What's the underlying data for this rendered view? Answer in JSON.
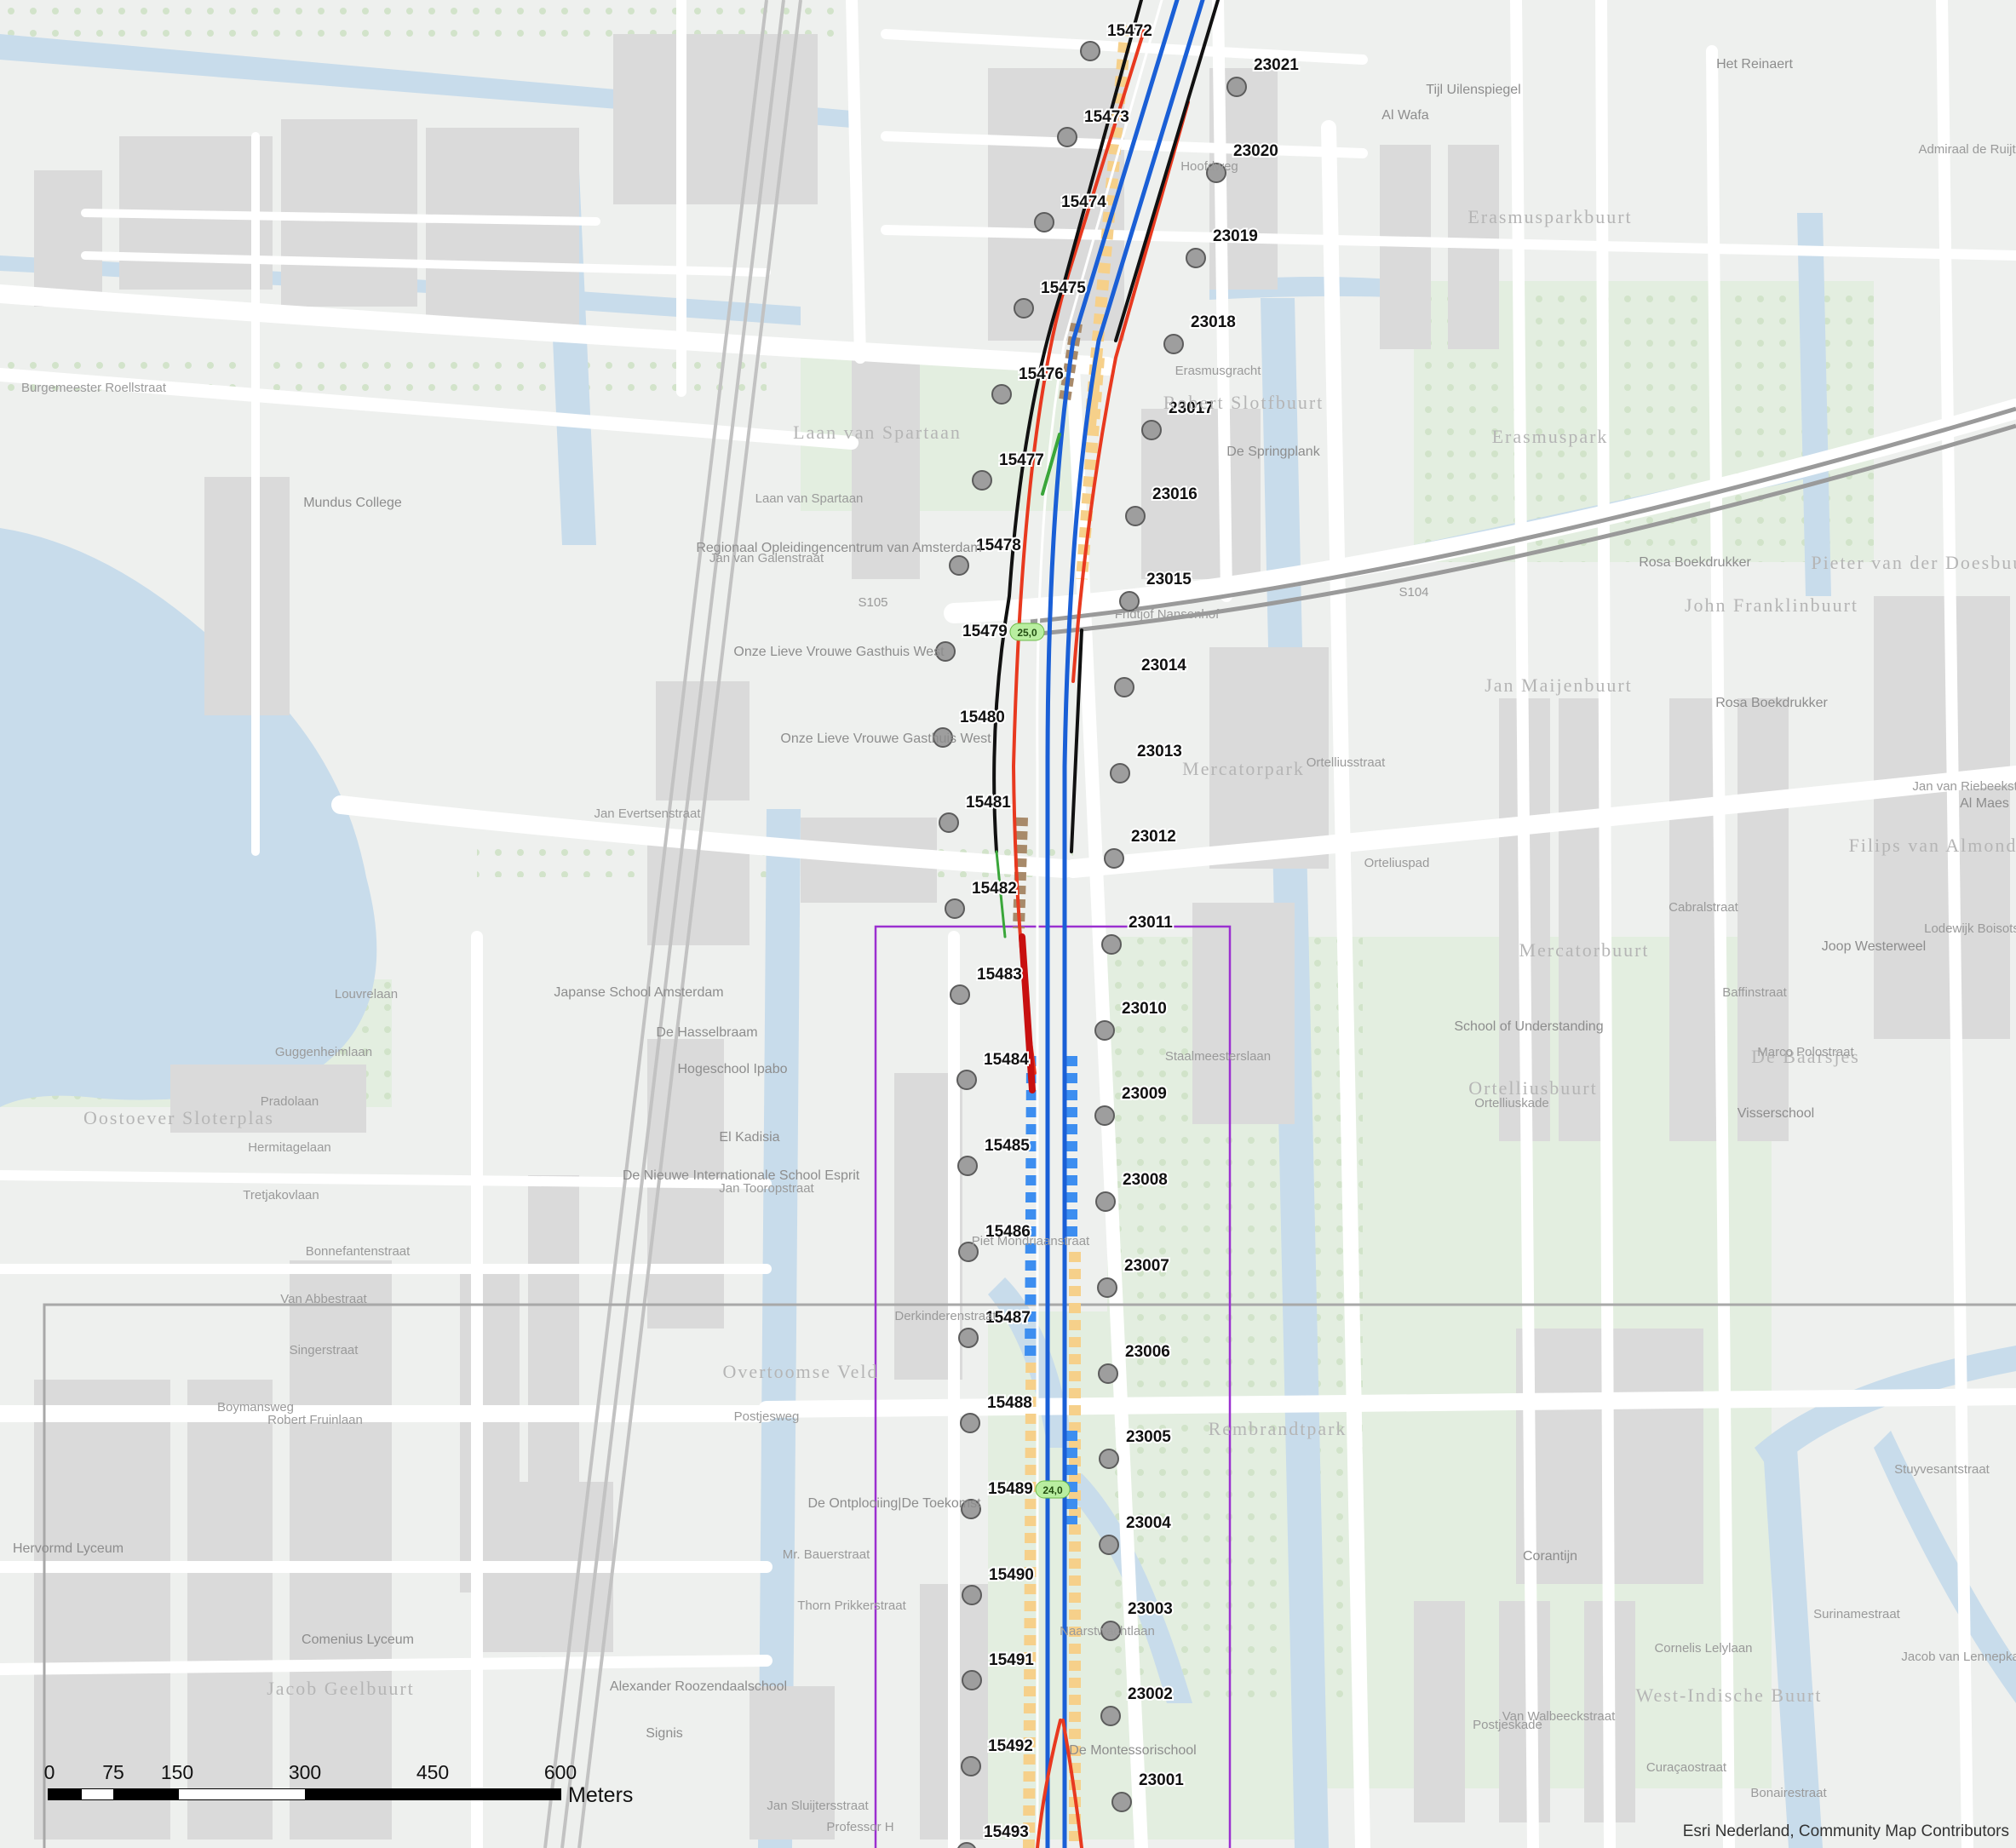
{
  "map": {
    "attribution": "Esri Nederland, Community Map Contributors",
    "colors": {
      "background": "#eef0ee",
      "water": "#c8dceb",
      "green": "#e4efe0",
      "building": "#dcdcdc",
      "road": "#ffffff",
      "rail": "#bdbdbd",
      "blue_line": "#1a5fd6",
      "red_line": "#e8391f",
      "black_line": "#111111",
      "green_line": "#3aa63a",
      "dashed_yellow": "#f6d08a",
      "dashed_blue": "#3d8ef0",
      "purple_frame": "#9b30d0",
      "point": "#9e9e9e"
    },
    "scale_bar": {
      "labels": [
        "0",
        "75",
        "150",
        "300",
        "450",
        "600"
      ],
      "unit": "Meters"
    },
    "points_west": [
      {
        "id": "15472",
        "value_badge": ""
      },
      {
        "id": "15473",
        "value_badge": ""
      },
      {
        "id": "15474",
        "value_badge": ""
      },
      {
        "id": "15475",
        "value_badge": ""
      },
      {
        "id": "15476",
        "value_badge": ""
      },
      {
        "id": "15477",
        "value_badge": ""
      },
      {
        "id": "15478",
        "value_badge": ""
      },
      {
        "id": "15479",
        "value_badge": "25,0"
      },
      {
        "id": "15480",
        "value_badge": ""
      },
      {
        "id": "15481",
        "value_badge": ""
      },
      {
        "id": "15482",
        "value_badge": ""
      },
      {
        "id": "15483",
        "value_badge": ""
      },
      {
        "id": "15484",
        "value_badge": ""
      },
      {
        "id": "15485",
        "value_badge": ""
      },
      {
        "id": "15486",
        "value_badge": ""
      },
      {
        "id": "15487",
        "value_badge": ""
      },
      {
        "id": "15488",
        "value_badge": ""
      },
      {
        "id": "15489",
        "value_badge": "24,0"
      },
      {
        "id": "15490",
        "value_badge": ""
      },
      {
        "id": "15491",
        "value_badge": ""
      },
      {
        "id": "15492",
        "value_badge": ""
      },
      {
        "id": "15493",
        "value_badge": ""
      }
    ],
    "points_east": [
      {
        "id": "23021"
      },
      {
        "id": "23020"
      },
      {
        "id": "23019"
      },
      {
        "id": "23018"
      },
      {
        "id": "23017"
      },
      {
        "id": "23016"
      },
      {
        "id": "23015"
      },
      {
        "id": "23014"
      },
      {
        "id": "23013"
      },
      {
        "id": "23012"
      },
      {
        "id": "23011"
      },
      {
        "id": "23010"
      },
      {
        "id": "23009"
      },
      {
        "id": "23008"
      },
      {
        "id": "23007"
      },
      {
        "id": "23006"
      },
      {
        "id": "23005"
      },
      {
        "id": "23004"
      },
      {
        "id": "23003"
      },
      {
        "id": "23002"
      },
      {
        "id": "23001"
      }
    ],
    "place_labels": [
      "Laan van Spartaan",
      "Robert Slotfbuurt",
      "Erasmuspark",
      "Erasmusparkbuurt",
      "Jan Maijenbuurt",
      "Mercatorpark",
      "Mercatorbuurt",
      "Ortelliusbuurt",
      "De Baarsjes",
      "Overtoomse Veld",
      "Rembrandtpark",
      "Jacob Geelbuurt",
      "West-Indische Buurt",
      "Oostoever Sloterplas",
      "Pieter van der Doesbuurt",
      "John Franklinbuurt",
      "Filips van Almondekwartier"
    ],
    "poi_labels": [
      "Mundus College",
      "Regionaal Opleidingencentrum van Amsterdam",
      "Onze Lieve Vrouwe Gasthuis West",
      "Onze Lieve Vrouwe Gasthuis West",
      "Japanse School Amsterdam",
      "De Hasselbraam",
      "Hogeschool Ipabo",
      "El Kadisia",
      "De Nieuwe Internationale School Esprit",
      "De Ontplooiing|De Toekomst",
      "Alexander Roozendaalschool",
      "Comenius Lyceum",
      "Hervormd Lyceum",
      "School of Understanding",
      "Visserschool",
      "Rosa Boekdrukker",
      "Rosa Boekdrukker",
      "Corantijn",
      "De Springplank",
      "De Montessorischool",
      "Signis",
      "Joop Westerweel",
      "Het Reinaert",
      "Tijl Uilenspiegel",
      "Al Wafa",
      "Al Maes"
    ],
    "road_labels": [
      "Burgemeester Roellstraat",
      "Jan Evertsenstraat",
      "Postjesweg",
      "Erasmusgracht",
      "Laan van Spartaan",
      "Jan van Galenstraat",
      "Fridtjof Nansenhof",
      "Ortelliusstraat",
      "Hoofdweg",
      "Robert Fruinlaan",
      "Piet Mondriaanstraat",
      "Thorn Prikkerstraat",
      "Jan Tooropstraat",
      "Derkinderenstraat",
      "Cabralstraat",
      "Baffinstraat",
      "Staalmeesterslaan",
      "Naarstwachtlaan",
      "Boymansweg",
      "Singerstraat",
      "Van Abbestraat",
      "Bonnefantenstraat",
      "Tretjakovlaan",
      "Hermitagelaan",
      "Pradolaan",
      "Guggenheimlaan",
      "Louvrelaan",
      "Jan Sluijtersstraat",
      "Professor H",
      "Mr. Bauerstraat",
      "Stuyvesantstraat",
      "Jacob van Lennepkade",
      "Ortelliuskade",
      "Orteliuspad",
      "Postjeskade",
      "Van Walbeeckstraat",
      "Curaçaostraat",
      "Bonairestraat",
      "Surinamestraat",
      "Cornelis Lelylaan",
      "S105",
      "S104",
      "Jan van Riebeekstraat",
      "Lodewijk Boisotstraat",
      "Marco Polostraat",
      "Admiraal de Ruijterweg"
    ]
  }
}
